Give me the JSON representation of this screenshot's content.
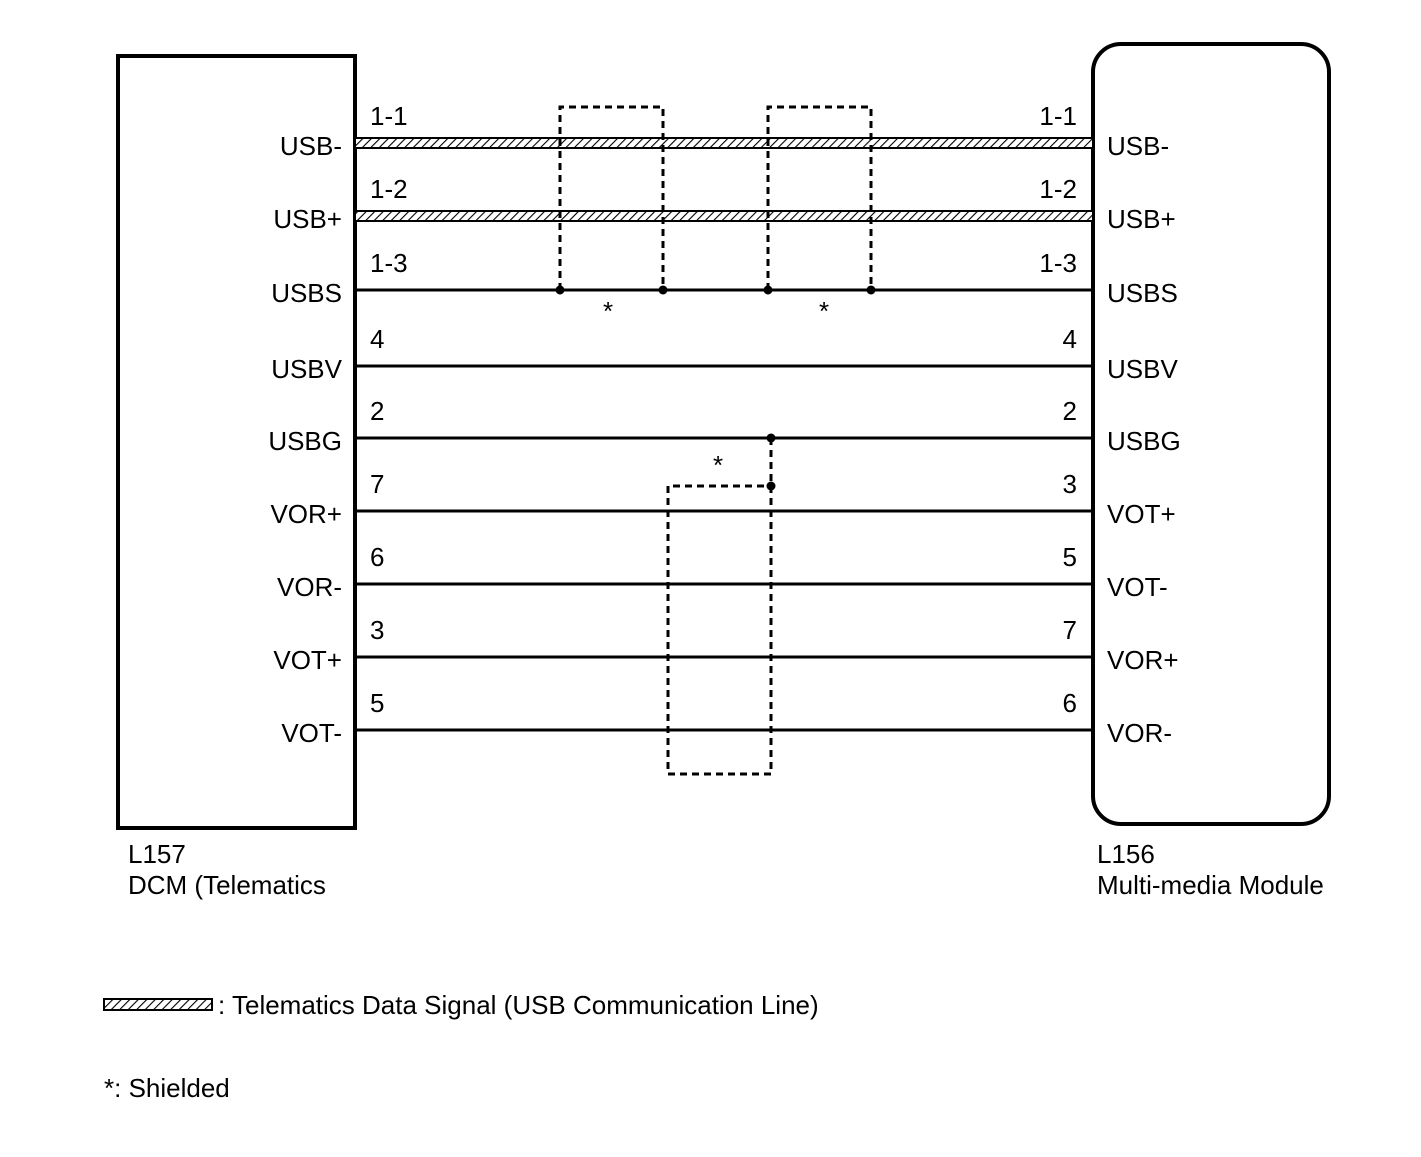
{
  "left_component": {
    "code": "L157",
    "name": "DCM (Telematics"
  },
  "right_component": {
    "code": "L156",
    "name": "Multi-media Module"
  },
  "wires": [
    {
      "left_signal": "USB-",
      "left_pin": "1-1",
      "right_signal": "USB-",
      "right_pin": "1-1",
      "type": "usb"
    },
    {
      "left_signal": "USB+",
      "left_pin": "1-2",
      "right_signal": "USB+",
      "right_pin": "1-2",
      "type": "usb"
    },
    {
      "left_signal": "USBS",
      "left_pin": "1-3",
      "right_signal": "USBS",
      "right_pin": "1-3",
      "type": "plain"
    },
    {
      "left_signal": "USBV",
      "left_pin": "4",
      "right_signal": "USBV",
      "right_pin": "4",
      "type": "plain"
    },
    {
      "left_signal": "USBG",
      "left_pin": "2",
      "right_signal": "USBG",
      "right_pin": "2",
      "type": "plain"
    },
    {
      "left_signal": "VOR+",
      "left_pin": "7",
      "right_signal": "VOT+",
      "right_pin": "3",
      "type": "plain"
    },
    {
      "left_signal": "VOR-",
      "left_pin": "6",
      "right_signal": "VOT-",
      "right_pin": "5",
      "type": "plain"
    },
    {
      "left_signal": "VOT+",
      "left_pin": "3",
      "right_signal": "VOR+",
      "right_pin": "7",
      "type": "plain"
    },
    {
      "left_signal": "VOT-",
      "left_pin": "5",
      "right_signal": "VOR-",
      "right_pin": "6",
      "type": "plain"
    }
  ],
  "shield_marks": [
    "*",
    "*",
    "*"
  ],
  "legend": {
    "usb_line": ": Telematics Data Signal (USB Communication Line)",
    "shielded": "*: Shielded"
  },
  "colors": {
    "line": "#000000",
    "background": "#ffffff"
  }
}
